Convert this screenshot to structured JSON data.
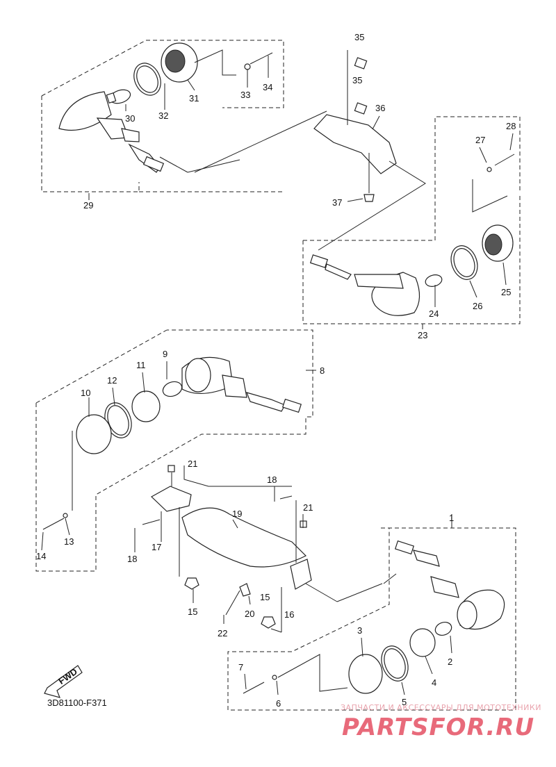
{
  "diagram_code": "3D81100-F371",
  "fwd_label": "FWD",
  "watermark": {
    "line1": "ЗАПЧАСТИ И АКСЕССУАРЫ ДЛЯ МОТОТЕХНИКИ",
    "line2": "PARTSFOR.RU"
  },
  "callouts": {
    "c1": "1",
    "c2": "2",
    "c3": "3",
    "c4": "4",
    "c5": "5",
    "c6": "6",
    "c7": "7",
    "c8": "8",
    "c9": "9",
    "c10": "10",
    "c11": "11",
    "c12": "12",
    "c13": "13",
    "c14": "14",
    "c15a": "15",
    "c15b": "15",
    "c16": "16",
    "c17": "17",
    "c18a": "18",
    "c18b": "18",
    "c19": "19",
    "c20": "20",
    "c21a": "21",
    "c21b": "21",
    "c22": "22",
    "c23": "23",
    "c24": "24",
    "c25": "25",
    "c26": "26",
    "c27": "27",
    "c28": "28",
    "c29": "29",
    "c30": "30",
    "c31": "31",
    "c32": "32",
    "c33": "33",
    "c34": "34",
    "c35a": "35",
    "c35b": "35",
    "c36": "36",
    "c37": "37"
  }
}
